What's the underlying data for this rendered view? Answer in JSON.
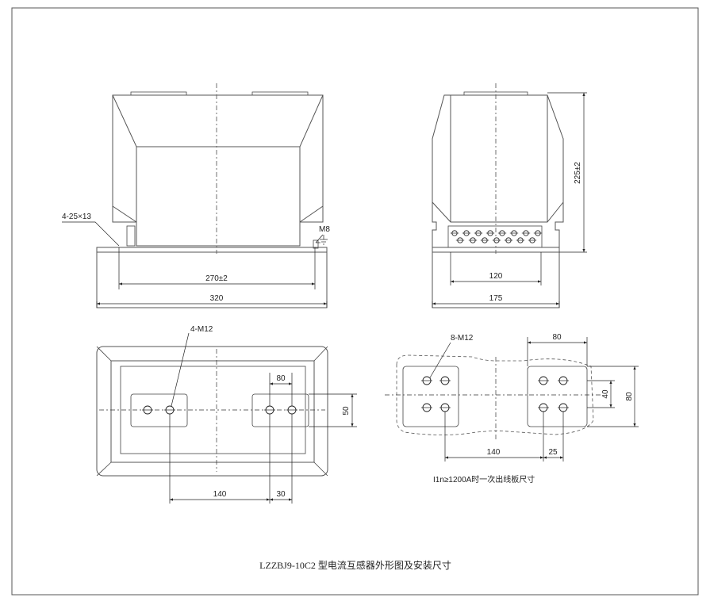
{
  "labels": {
    "slot_spec": "4-25×13",
    "ground_bolt": "M8",
    "dim_270": "270±2",
    "dim_320": "320",
    "dim_225": "225±2",
    "dim_120": "120",
    "dim_175": "175",
    "bottom_holes": "4-M12",
    "dim_80_left": "80",
    "dim_50": "50",
    "dim_140_left": "140",
    "dim_30": "30",
    "terminal_holes": "8-M12",
    "dim_80_right_top": "80",
    "dim_40": "40",
    "dim_80_right_side": "80",
    "dim_140_right": "140",
    "dim_25": "25",
    "terminal_note": "I1n≥1200A时一次出线板尺寸"
  },
  "caption": "LZZBJ9-10C2 型电流互感器外形图及安装尺寸"
}
